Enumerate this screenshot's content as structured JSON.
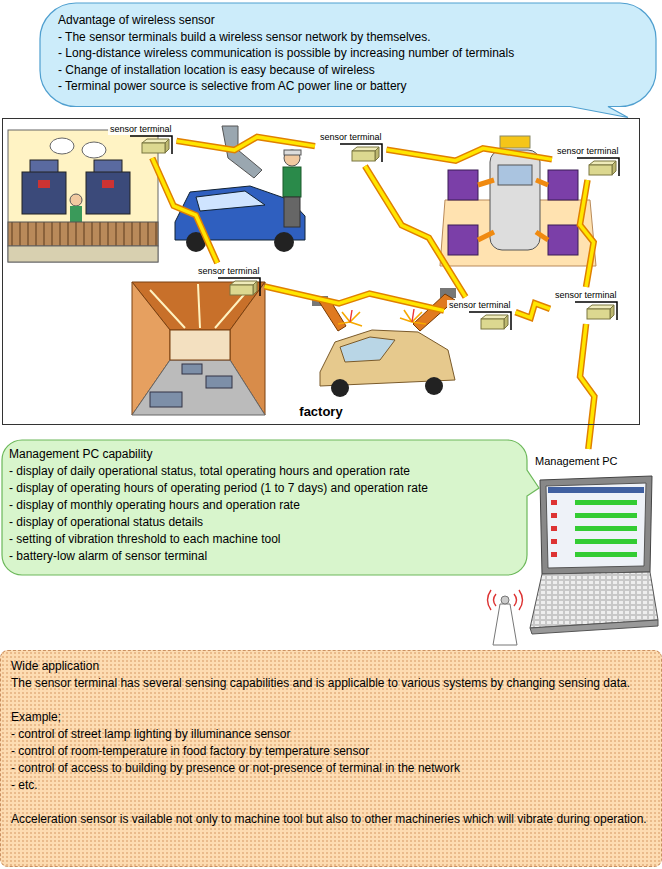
{
  "diagram": {
    "nodes": [
      {
        "text": [
          "Advantage of wireless sensor",
          "- The sensor terminals build a wireless sensor network by themselves.",
          "- Long-distance wireless communication is possible by increasing number of terminals",
          "- Change of installation location is easy because of wireless",
          "- Terminal power source is selective from AC power line or battery"
        ]
      },
      {
        "text": [
          "factory"
        ]
      },
      {
        "text": [
          "sensor terminal"
        ],
        "in": 1
      },
      {
        "text": [
          "sensor terminal"
        ],
        "in": 1
      },
      {
        "text": [
          "sensor terminal"
        ],
        "in": 1
      },
      {
        "text": [
          "sensor terminal"
        ],
        "in": 1
      },
      {
        "text": [
          "sensor terminal"
        ],
        "in": 1
      },
      {
        "text": [
          "sensor terminal"
        ],
        "in": 1
      },
      {
        "text": [
          "Management PC capability",
          "- display of daily operational status, total operating hours and operation rate",
          "- display of operating hours of operating period (1 to 7 days) and operation rate",
          "- display of monthly operating hours and operation rate",
          "- display of operational status details",
          "- setting of vibration threshold to each machine tool",
          "- battery-low alarm of sensor terminal"
        ]
      },
      {
        "text": [
          "Management PC"
        ]
      },
      {
        "text": [
          "Wide application",
          "The sensor terminal has several sensing capabilities and is applicalble to various systems by changing sensing data.",
          "Example;",
          "- control of street lamp lighting by illuminance sensor",
          "- control of room-temperature in food factory by temperature sensor",
          "- control of access to building by presence or not-presence of terminal in the network",
          "- etc.",
          "Acceleration sensor is vailable not only to machine tool but also to other machineries which will vibrate during operation."
        ]
      }
    ],
    "edges": [
      {
        "from": 2,
        "to": 3,
        "arrow": "none"
      },
      {
        "from": 3,
        "to": 4,
        "arrow": "none"
      },
      {
        "from": 2,
        "to": 5,
        "arrow": "none"
      },
      {
        "from": 3,
        "to": 6,
        "arrow": "none"
      },
      {
        "from": 5,
        "to": 6,
        "arrow": "none"
      },
      {
        "from": 4,
        "to": 7,
        "arrow": "none"
      },
      {
        "from": 6,
        "to": 7,
        "arrow": "none"
      },
      {
        "from": 7,
        "to": 9,
        "arrow": "none"
      }
    ]
  }
}
